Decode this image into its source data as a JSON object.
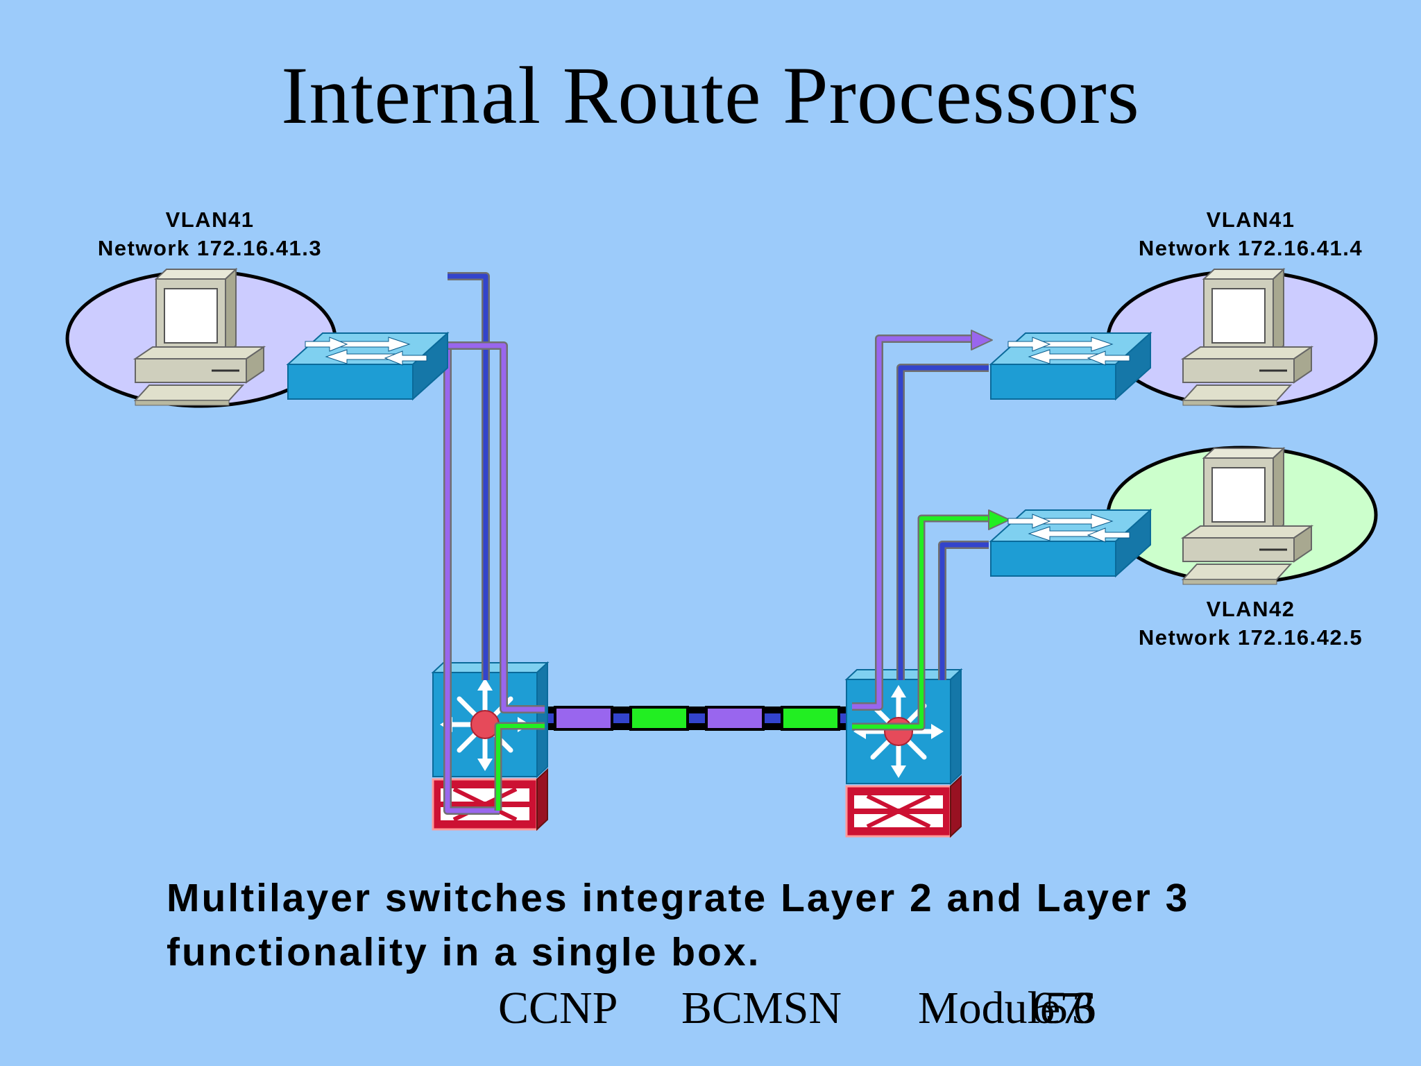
{
  "title": "Internal Route Processors",
  "hosts": {
    "left": {
      "vlan": "VLAN41",
      "network": "Network 172.16.41.3"
    },
    "right_top": {
      "vlan": "VLAN41",
      "network": "Network 172.16.41.4"
    },
    "right_bottom": {
      "vlan": "VLAN42",
      "network": "Network 172.16.42.5"
    }
  },
  "caption": {
    "line1": "Multilayer switches integrate Layer 2 and Layer 3",
    "line2": "functionality in a single box."
  },
  "footer": {
    "course": "CCNP",
    "module_name": "BCMSN",
    "module": "Module 3",
    "page_overlap": "65 76"
  },
  "colors": {
    "background": "#9ccbfa",
    "vlan41": "#9966ee",
    "vlan42": "#22ee22",
    "trunk": "#3344cc",
    "switch": "#1e9dd4",
    "route_module": "#cc1133"
  }
}
